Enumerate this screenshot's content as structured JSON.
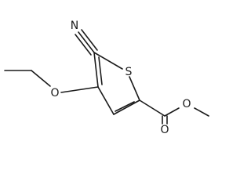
{
  "molecule": {
    "atoms": {
      "n_nitrile": "N",
      "s_ring": "S",
      "o_ethoxy": "O",
      "o_carbonyl": "O",
      "o_ester": "O"
    }
  }
}
